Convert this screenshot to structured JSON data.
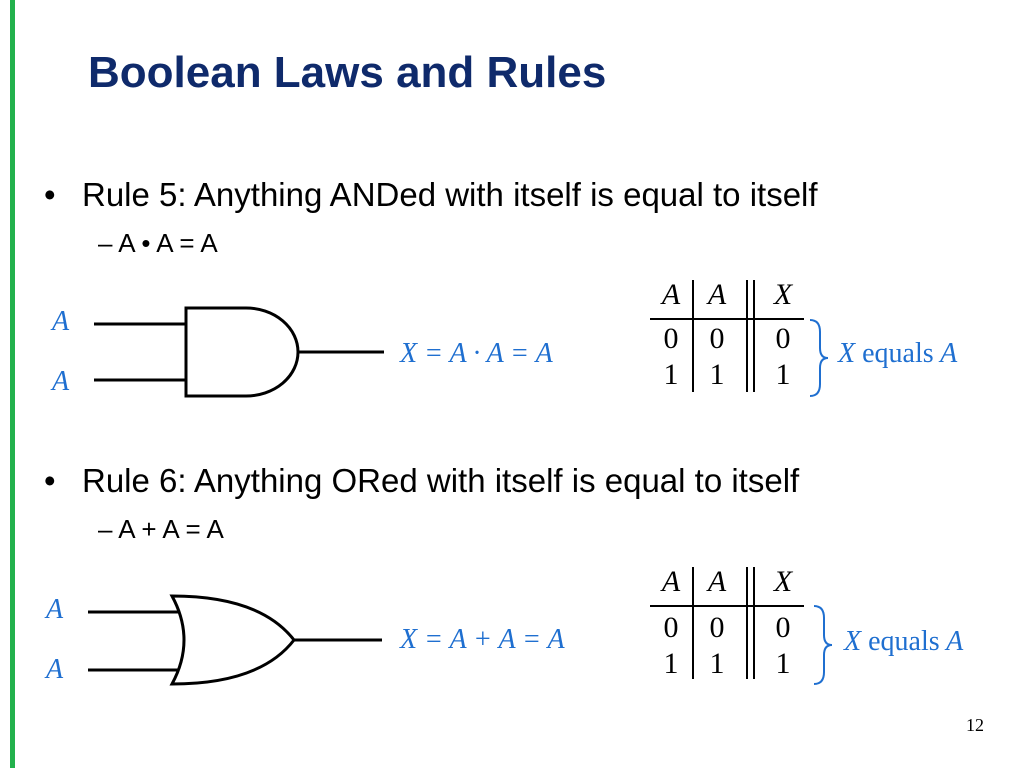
{
  "slide": {
    "title": "Boolean Laws and Rules",
    "page_number": "12",
    "accent_color": "#22b14c",
    "title_color": "#0f2a6b",
    "formula_color": "#1f6fd0"
  },
  "rule5": {
    "bullet_symbol": "•",
    "text": "Rule 5:  Anything ANDed with itself is equal to itself",
    "sub_text": "– A • A = A",
    "gate_icon": "and-gate-icon",
    "input_a1": "A",
    "input_a2": "A",
    "equation": "X = A · A = A",
    "table": {
      "headers": [
        "A",
        "A",
        "X"
      ],
      "rows": [
        [
          "0",
          "0",
          "0"
        ],
        [
          "1",
          "1",
          "1"
        ]
      ]
    },
    "note_var": "X",
    "note_word": "equals",
    "note_var2": "A"
  },
  "rule6": {
    "bullet_symbol": "•",
    "text": "Rule 6:  Anything ORed with itself is equal to itself",
    "sub_text": "– A + A = A",
    "gate_icon": "or-gate-icon",
    "input_a1": "A",
    "input_a2": "A",
    "equation": "X = A + A = A",
    "table": {
      "headers": [
        "A",
        "A",
        "X"
      ],
      "rows": [
        [
          "0",
          "0",
          "0"
        ],
        [
          "1",
          "1",
          "1"
        ]
      ]
    },
    "note_var": "X",
    "note_word": "equals",
    "note_var2": "A"
  }
}
